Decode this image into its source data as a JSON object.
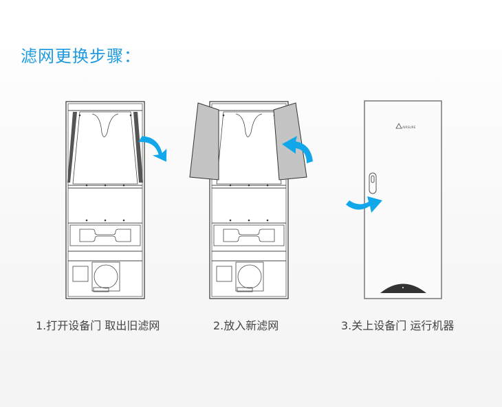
{
  "title": "滤网更换步骤：",
  "steps": [
    {
      "caption": "1.打开设备门 取出旧滤网"
    },
    {
      "caption": "2.放入新滤网"
    },
    {
      "caption": "3.关上设备门 运行机器"
    }
  ],
  "logo_text": "AIRSURE",
  "colors": {
    "accent": "#1e9be0",
    "arrow": "#12a7ea",
    "line": "#333333",
    "door": "#bfbfbf"
  }
}
